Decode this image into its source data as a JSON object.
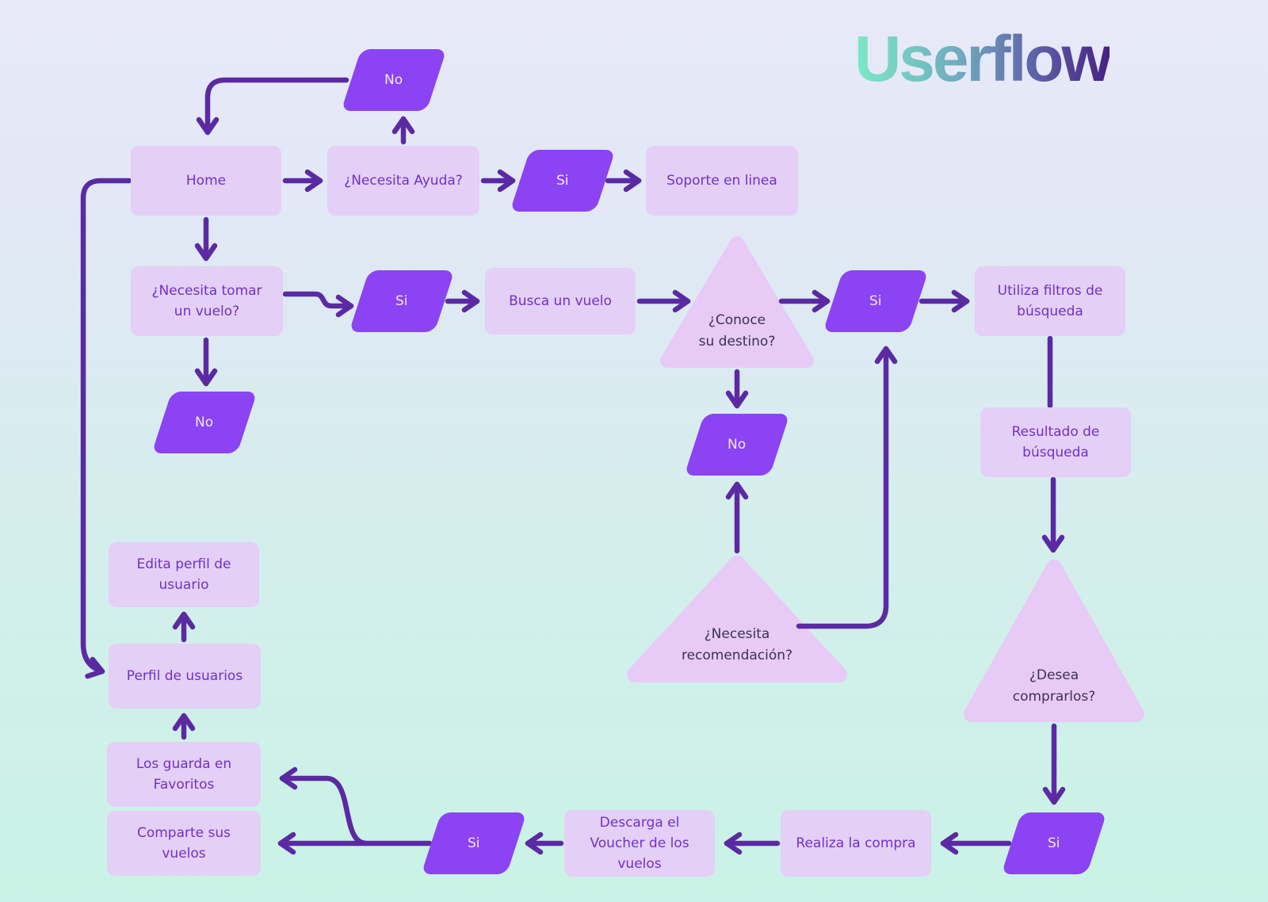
{
  "logo": {
    "text": "Userflow"
  },
  "colors": {
    "background_top": "#E8E9F9",
    "background_bottom": "#C9F3E6",
    "node_fill": "#E4CFF7",
    "node_text": "#7131C4",
    "accent_fill": "#8B43F3",
    "accent_text": "#F3E8FF",
    "triangle_fill": "#E7CBF6",
    "triangle_text": "#3C3153",
    "connector": "#5B2AA3",
    "logo_gradient": [
      "#7BEAC6",
      "#6FA9BE",
      "#5E5FA6",
      "#472082"
    ]
  },
  "nodes": {
    "home": {
      "label": "Home"
    },
    "necesita_ayuda": {
      "label": "¿Necesita Ayuda?"
    },
    "si_ayuda": {
      "label": "Si"
    },
    "soporte": {
      "label": "Soporte en linea"
    },
    "no_ayuda": {
      "label": "No"
    },
    "necesita_vuelo": {
      "label": "¿Necesita tomar un vuelo?"
    },
    "no_vuelo": {
      "label": "No"
    },
    "si_vuelo": {
      "label": "Si"
    },
    "busca": {
      "label": "Busca un vuelo"
    },
    "conoce": {
      "lines": [
        "¿Conoce",
        "su destino?"
      ]
    },
    "si_destino": {
      "label": "Si"
    },
    "utiliza": {
      "label": "Utiliza filtros de búsqueda"
    },
    "resultado": {
      "label": "Resultado de búsqueda"
    },
    "no_destino": {
      "label": "No"
    },
    "recomendacion": {
      "lines": [
        "¿Necesita",
        "recomendación?"
      ]
    },
    "desea": {
      "lines": [
        "¿Desea",
        "comprarlos?"
      ]
    },
    "si_compra": {
      "label": "Si"
    },
    "realiza": {
      "label": "Realiza la compra"
    },
    "descarga": {
      "label": "Descarga el Voucher de los vuelos"
    },
    "si_voucher": {
      "label": "Si"
    },
    "comparte": {
      "label": "Comparte sus vuelos"
    },
    "guarda": {
      "label": "Los guarda en Favoritos"
    },
    "perfil": {
      "label": "Perfil de usuarios"
    },
    "edita": {
      "label": "Edita perfil de usuario"
    }
  }
}
